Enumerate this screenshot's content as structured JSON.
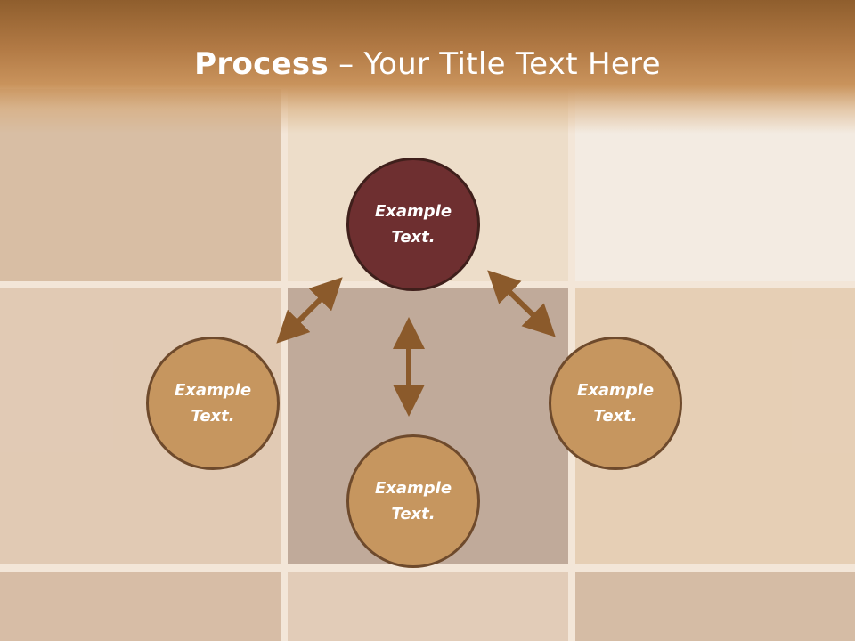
{
  "title": {
    "bold": "Process",
    "dash": " – ",
    "rest": "Your Title Text Here"
  },
  "nodes": {
    "top": "Example\nText.",
    "left": "Example\nText.",
    "right": "Example\nText.",
    "bottom": "Example\nText."
  },
  "colors": {
    "title_bar": "#b27a45",
    "circle_dark": "#6e2f30",
    "circle_light": "#c6965f",
    "arrow": "#8b5a2b"
  }
}
